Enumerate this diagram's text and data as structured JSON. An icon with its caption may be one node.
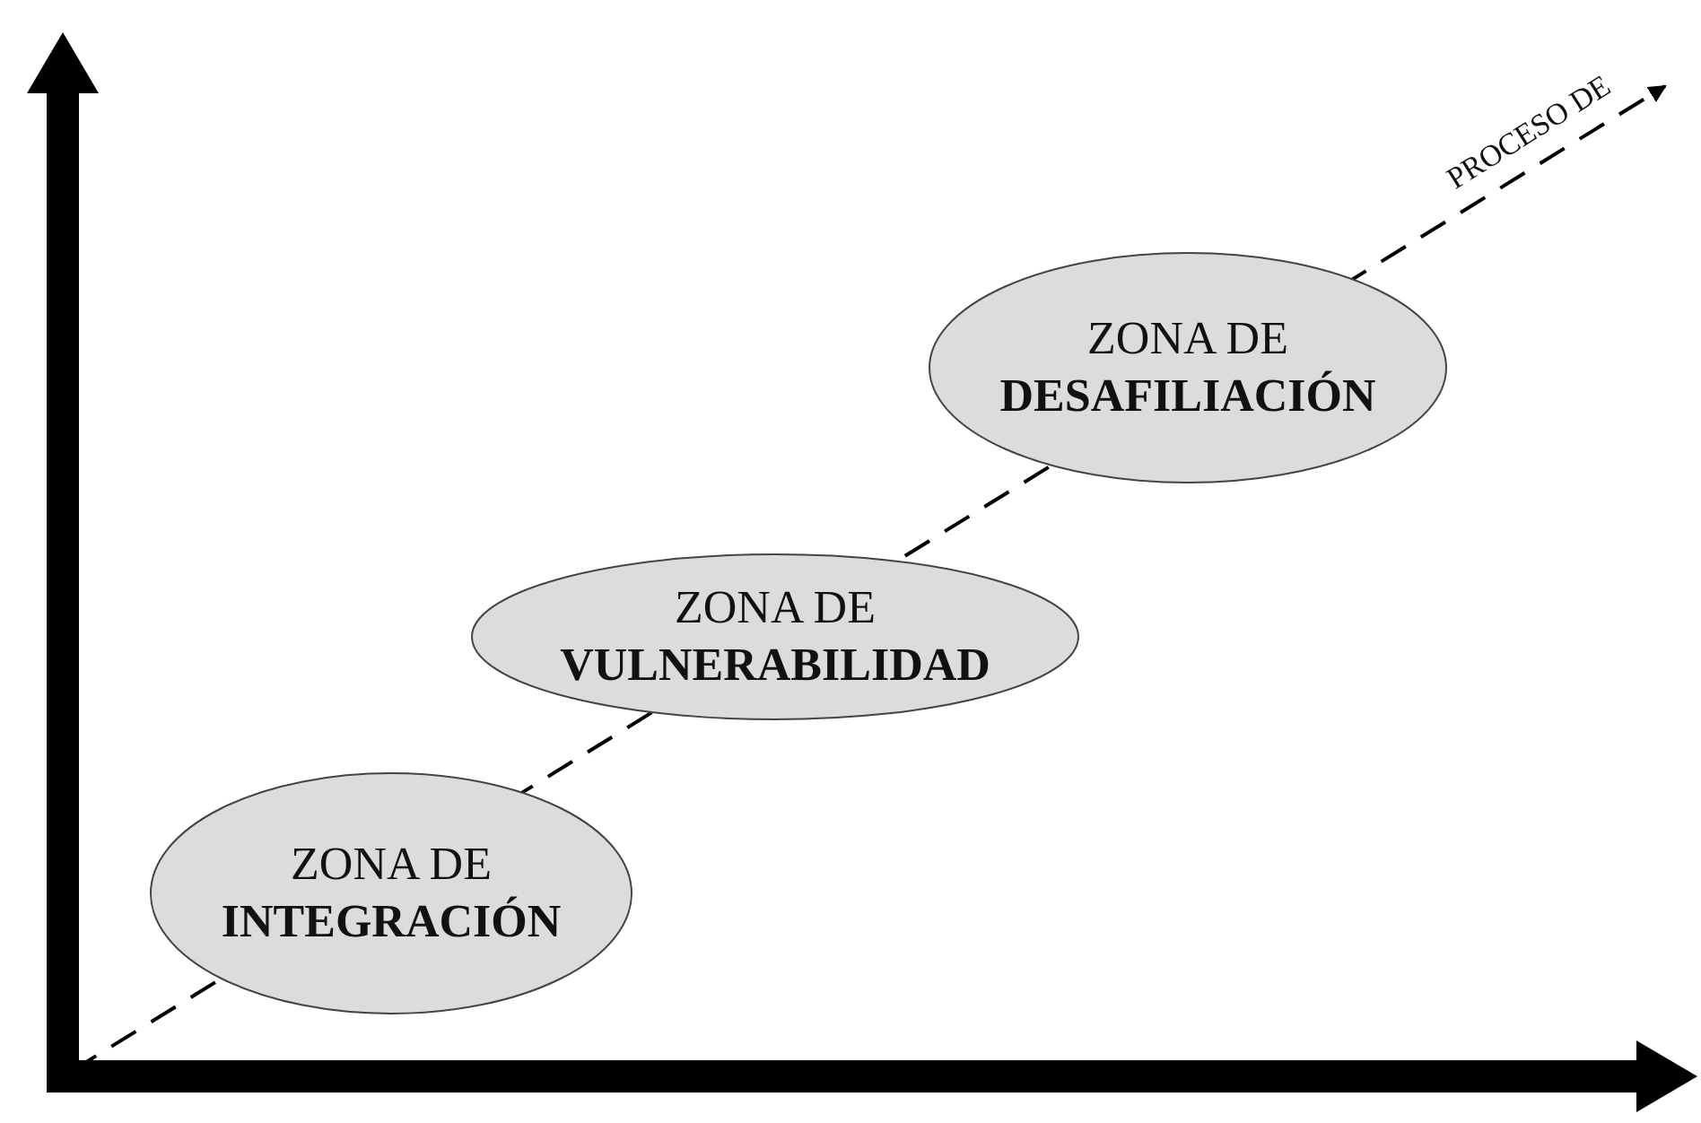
{
  "diagram": {
    "nodes": [
      {
        "text": [
          "ZONA DE **INTEGRACIÓN**"
        ]
      },
      {
        "text": [
          "ZONA DE **VULNERABILIDAD**"
        ]
      },
      {
        "text": [
          "ZONA DE **DESAFILIACIÓN**"
        ]
      }
    ],
    "labels": [
      "PROCESO DE"
    ]
  }
}
